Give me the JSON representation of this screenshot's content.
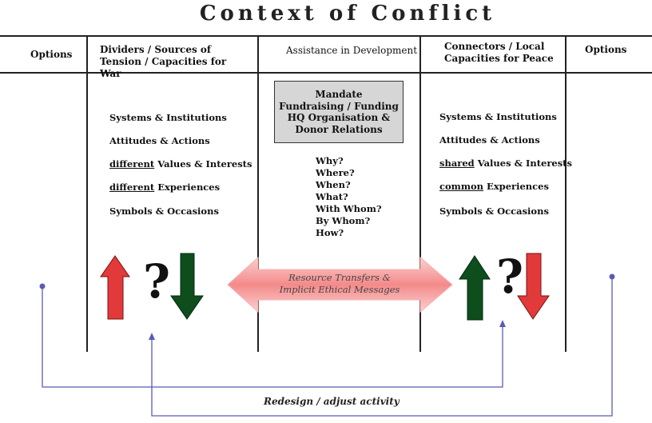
{
  "title": "Context of Conflict",
  "headers": {
    "options_left": "Options",
    "dividers": "Dividers / Sources of Tension / Capacities for War",
    "assistance": "Assistance in Development",
    "connectors": "Connectors / Local Capacities for Peace",
    "options_right": "Options"
  },
  "dividers_items": {
    "i1": "Systems & Institutions",
    "i2": "Attitudes & Actions",
    "i3_u": "different",
    "i3_rest": " Values & Interests",
    "i4_u": "different",
    "i4_rest": " Experiences",
    "i5": "Symbols & Occasions"
  },
  "connectors_items": {
    "i1": "Systems & Institutions",
    "i2": "Attitudes & Actions",
    "i3_u": "shared",
    "i3_rest": " Values & Interests",
    "i4_u": "common",
    "i4_rest": " Experiences",
    "i5": "Symbols & Occasions"
  },
  "mandate_box": {
    "l1": "Mandate",
    "l2": "Fundraising / Funding",
    "l3": "HQ Organisation &",
    "l4": "Donor Relations"
  },
  "questions": [
    "Why?",
    "Where?",
    "When?",
    "What?",
    "With Whom?",
    "By Whom?",
    "How?"
  ],
  "question_mark": "?",
  "transfer": {
    "l1": "Resource Transfers &",
    "l2": "Implicit Ethical Messages"
  },
  "redesign_label": "Redesign / adjust activity",
  "colors": {
    "red_arrow": "#e23a3a",
    "green_arrow": "#0e4d1c",
    "pink_arrow": "#f48a8a",
    "loop_line": "#5a5ab8",
    "box_fill": "#d6d6d6"
  }
}
